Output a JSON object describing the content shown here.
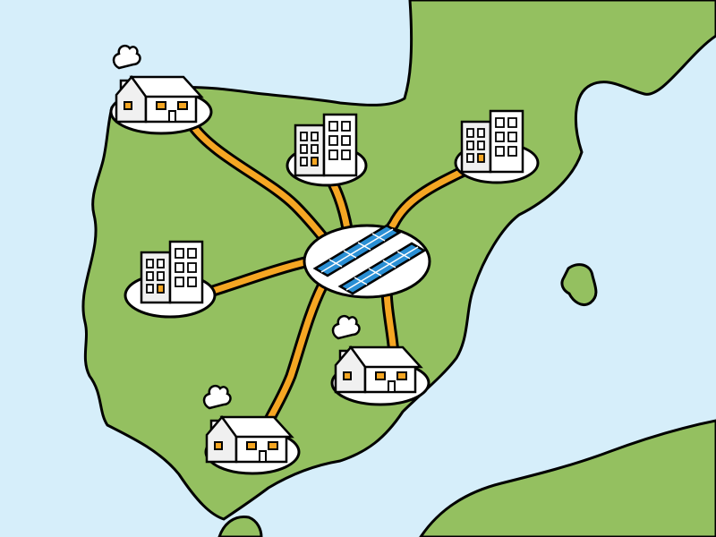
{
  "scene": {
    "description_free": true,
    "hub": {
      "type": "solar-panel-array",
      "panel_rows": 2,
      "panels_per_row": 5
    },
    "nodes": [
      {
        "id": "house-northwest",
        "type": "house"
      },
      {
        "id": "apartment-north",
        "type": "apartment-building"
      },
      {
        "id": "apartment-northeast",
        "type": "apartment-building"
      },
      {
        "id": "apartment-west",
        "type": "apartment-building"
      },
      {
        "id": "house-southeast",
        "type": "house"
      },
      {
        "id": "house-south",
        "type": "house"
      }
    ]
  },
  "colors": {
    "sea": "#d6eefa",
    "land": "#94c060",
    "outline": "#000000",
    "cable": "#f5a623",
    "panel": "#2a8fd4",
    "window_lit": "#f5a623",
    "building": "#ffffff",
    "platform": "#ffffff"
  },
  "icons": {
    "hub": "solar-panel-icon",
    "house": "house-icon",
    "apartment": "apartment-building-icon"
  }
}
